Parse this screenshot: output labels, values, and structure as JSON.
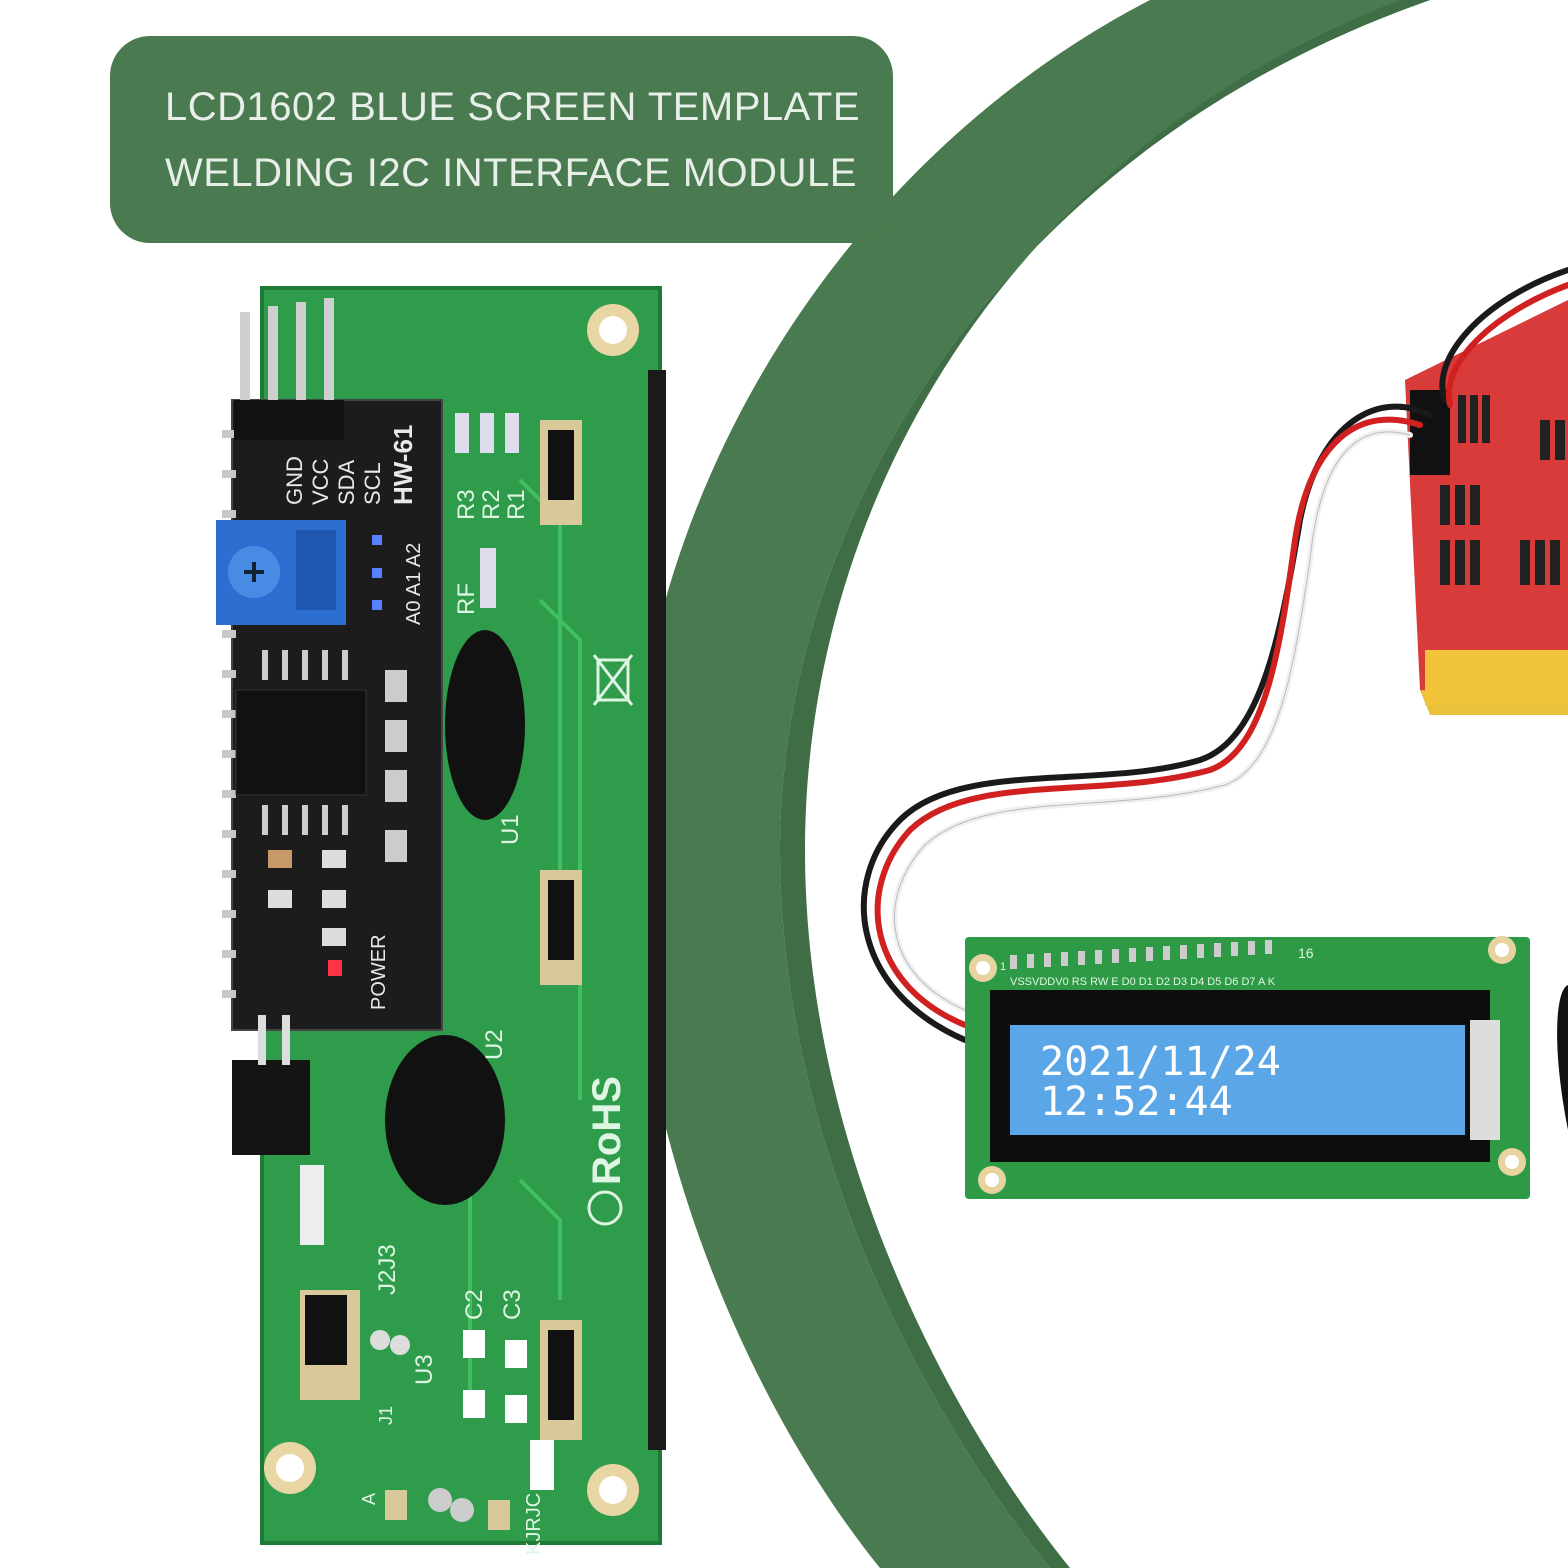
{
  "banner": {
    "line1": "LCD1602 BLUE SCREEN TEMPLATE",
    "line2": "WELDING I2C INTERFACE MODULE"
  },
  "module": {
    "board_id": "HW-61",
    "pins": [
      "GND",
      "VCC",
      "SDA",
      "SCL"
    ],
    "address_pads": "A0 A1 A2",
    "power_label": "POWER",
    "resistors": [
      "R3",
      "R2",
      "R1"
    ],
    "rf_label": "RF",
    "chip_labels": [
      "U1",
      "U2",
      "U3"
    ],
    "jumper_labels": [
      "J2J3",
      "J1"
    ],
    "cap_labels": [
      "C2",
      "C3"
    ],
    "rohs_label": "RoHS",
    "bottom_pads": "A",
    "k_labels": "KJRJC"
  },
  "lcd": {
    "line1": "2021/11/24",
    "line2": "12:52:44",
    "pin_header": "VSSVDDV0 RS RW E D0 D1 D2 D3 D4 D5 D6 D7 A K",
    "pin_first": "1",
    "pin_last": "16"
  },
  "colors": {
    "frame_green": "#4a7a4f",
    "pcb_green": "#2fa04a",
    "lcd_blue": "#5aa6e6",
    "shield_red": "#e0403e"
  }
}
